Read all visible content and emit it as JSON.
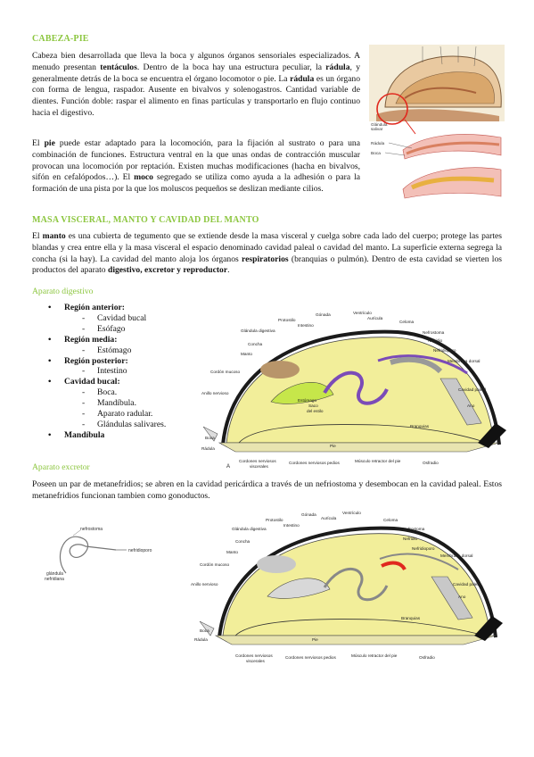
{
  "sections": {
    "cabeza": {
      "heading": "CABEZA-PIE",
      "p1": [
        {
          "t": "Cabeza bien desarrollada que lleva la boca y algunos órganos sensoriales especializados. A menudo presentan "
        },
        {
          "t": "tentáculos",
          "b": true
        },
        {
          "t": ". Dentro de la boca hay una estructura peculiar, la "
        },
        {
          "t": "rádula",
          "b": true
        },
        {
          "t": ", y generalmente detrás de la boca se encuentra el órgano locomotor o pie.  La "
        },
        {
          "t": "rádula",
          "b": true
        },
        {
          "t": " es un órgano con forma de lengua, raspador. Ausente en bivalvos y solenogastros. Cantidad variable de dientes. Función doble: raspar el alimento en finas partículas y transportarlo en flujo continuo hacia el digestivo."
        }
      ],
      "p2": [
        {
          "t": "El "
        },
        {
          "t": "pie",
          "b": true
        },
        {
          "t": " puede estar adaptado para la locomoción, para la fijación al sustrato o para una combinación de funciones. Estructura ventral en la que unas ondas de contracción muscular provocan una locomoción por reptación. Existen muchas modificaciones (hacha en bivalvos, sifón en cefalópodos…).   El "
        },
        {
          "t": "moco",
          "b": true
        },
        {
          "t": " segregado se utiliza como ayuda a la adhesión o para la formación de una pista por la que los moluscos pequeños se deslizan mediante cilios."
        }
      ]
    },
    "masa": {
      "heading": "MASA VISCERAL, MANTO Y CAVIDAD DEL MANTO",
      "p1": [
        {
          "t": "El "
        },
        {
          "t": "manto",
          "b": true
        },
        {
          "t": " es una cubierta de tegumento que se extiende desde la masa visceral y cuelga sobre cada lado del cuerpo; protege las partes blandas y crea entre ella y la masa visceral el espacio denominado cavidad paleal o cavidad del manto. La superficie externa segrega la concha (si la hay). La cavidad del manto aloja los órganos "
        },
        {
          "t": "respiratorios",
          "b": true
        },
        {
          "t": " (branquias o pulmón). Dentro de esta cavidad se vierten los productos del aparato "
        },
        {
          "t": "digestivo, excretor y reproductor",
          "b": true
        },
        {
          "t": "."
        }
      ]
    },
    "digestivo": {
      "heading": "Aparato digestivo",
      "items": [
        {
          "label": "Región anterior:",
          "sub": [
            "Cavidad bucal",
            "Esófago"
          ]
        },
        {
          "label": "Región media:",
          "sub": [
            "Estómago"
          ]
        },
        {
          "label": "Región posterior:",
          "sub": [
            "Intestino"
          ]
        },
        {
          "label": "Cavidad bucal:",
          "sub": [
            "Boca.",
            "Mandíbula.",
            "Aparato radular.",
            "Glándulas salivares."
          ]
        },
        {
          "label": "Mandíbula",
          "sub": []
        }
      ]
    },
    "excretor": {
      "heading": "Aparato excretor",
      "p1": [
        {
          "t": "Poseen un par de metanefridios; se abren en la cavidad pericárdica a través de un nefriostoma y desembocan en la cavidad paleal. Estos metanefridios funcionan tambien como gonoductos."
        }
      ]
    }
  },
  "figures": {
    "head_labels": {
      "glandula": "Glándula",
      "salivar": "salivar",
      "radula": "Rádula",
      "boca": "Boca"
    },
    "nephridium_labels": {
      "nefrostoma": "nefrostoma",
      "nefridioporo": "nefridioporo",
      "glandula": "glándula",
      "nefridiana": "nefridiana"
    },
    "mollusc1": {
      "letter": "A",
      "labels": {
        "gonada": "Gónada",
        "ventriculo": "Ventrículo",
        "auricula": "Aurícula",
        "protostilo": "Protostilo",
        "intestino": "Intestino",
        "celoma": "Celoma",
        "nefrostoma": "Nefrostoma",
        "glandula_digestiva": "Glándula digestiva",
        "nefridio": "Nefridio",
        "concha": "Concha",
        "nefridioporo": "Nefridioporo",
        "manto": "Manto",
        "membrana_dorsal": "Membrana dorsal",
        "cordon_mucoso": "Cordón mucoso",
        "anillo_nervioso": "Anillo nervioso",
        "saco_del": "Saco",
        "estilo": "del estilo",
        "estomago": "Estómago",
        "cavidad_paleal": "Cavidad paleal",
        "ano": "Ano",
        "branquias": "Branquias",
        "boca": "Boca",
        "radula": "Rádula",
        "pie": "Pie",
        "cordones_visc": "Cordones nerviosos",
        "viscerales": "viscerales",
        "cordones_pedios": "Cordones nerviosos pedios",
        "musculo": "Músculo retractor del pie",
        "osfradio": "Osfradio"
      }
    },
    "mollusc2": {
      "labels": {
        "gonada": "Gónada",
        "ventriculo": "Ventrículo",
        "auricula": "Aurícula",
        "protostilo": "Protostilo",
        "intestino": "Intestino",
        "celoma": "Celoma",
        "nefrostoma": "Nefrostoma",
        "glandula_digestiva": "Glándula digestiva",
        "nefridio": "Nefridio",
        "concha": "Concha",
        "nefridioporo": "Nefridioporo",
        "manto": "Manto",
        "membrana_dorsal": "Membrana dorsal",
        "cordon_mucoso": "Cordón mucoso",
        "anillo_nervioso": "Anillo nervioso",
        "cavidad_paleal": "Cavidad paleal",
        "ano": "Ano",
        "branquias": "Branquias",
        "boca": "Boca",
        "radula": "Rádula",
        "pie": "Pie",
        "cordones_visc": "Cordones nerviosos",
        "viscerales": "viscerales",
        "cordones_pedios": "Cordones nerviosos pedios",
        "musculo": "Músculo retractor del pie",
        "osfradio": "Osfradio"
      }
    }
  },
  "colors": {
    "heading_green": "#8cc63f",
    "body_yellow": "#f2ee9a",
    "shell": "#1a1a1a",
    "nephridium_red": "#e0281e"
  }
}
